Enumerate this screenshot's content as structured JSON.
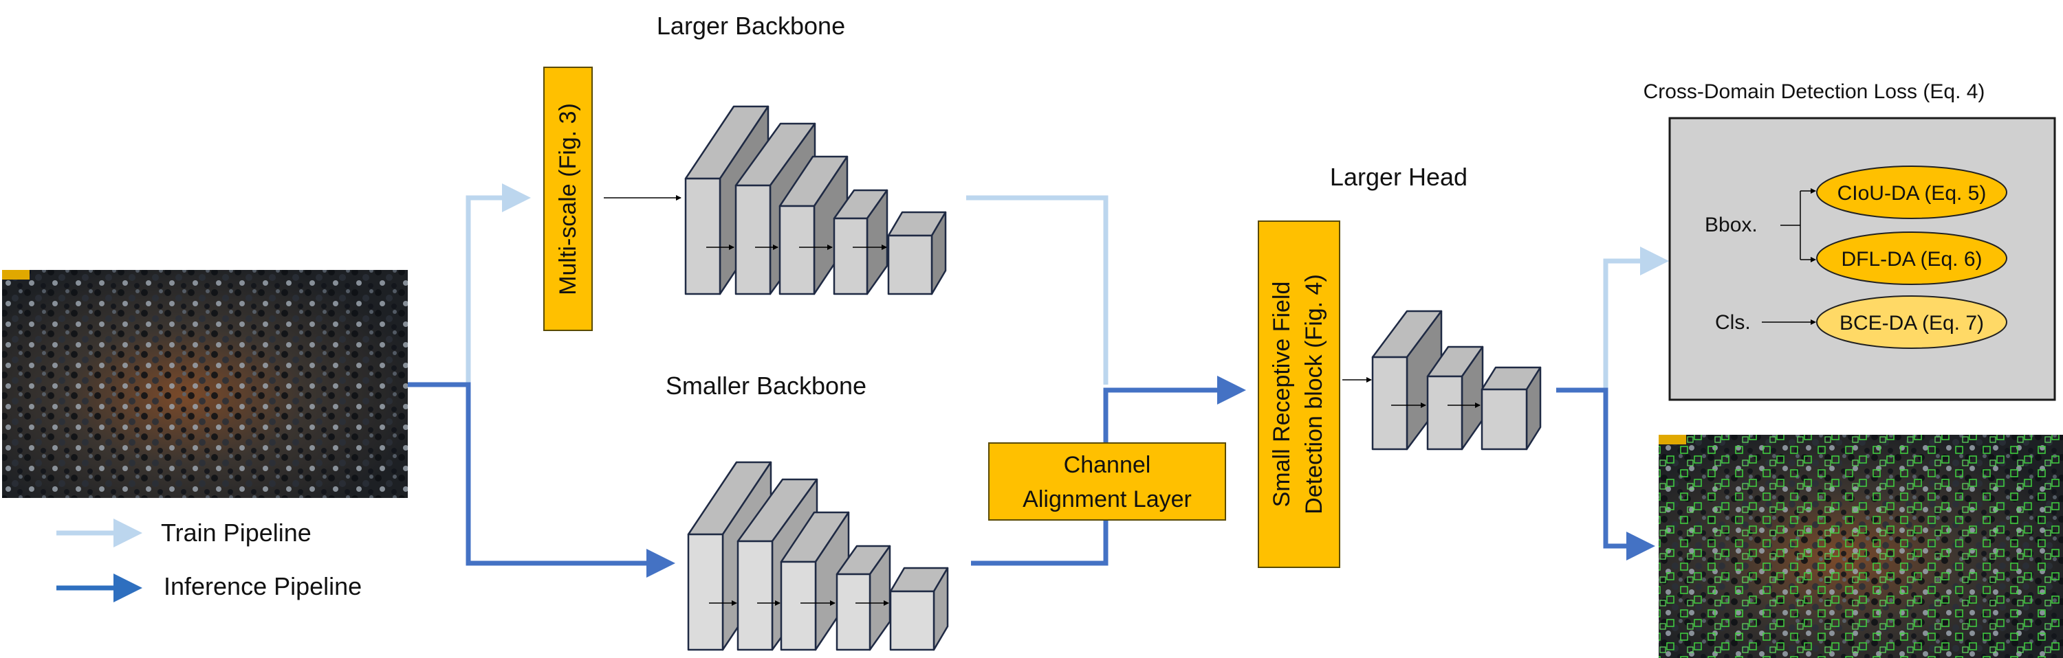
{
  "labels": {
    "larger_backbone": "Larger Backbone",
    "smaller_backbone": "Smaller Backbone",
    "larger_head": "Larger Head",
    "loss_title": "Cross-Domain Detection Loss (Eq. 4)"
  },
  "boxes": {
    "multiscale": "Multi-scale (Fig. 3)",
    "channel_line1": "Channel",
    "channel_line2": "Alignment Layer",
    "srf_line1": "Small Receptive Field",
    "srf_line2": "Detection block (Fig. 4)"
  },
  "loss": {
    "bbox_label": "Bbox.",
    "cls_label": "Cls.",
    "ciou": "CIoU-DA (Eq. 5)",
    "dfl": "DFL-DA (Eq. 6)",
    "bce": "BCE-DA (Eq. 7)"
  },
  "legend": {
    "train": "Train Pipeline",
    "inference": "Inference Pipeline"
  },
  "colors": {
    "train_arrow": "#bcd6ee",
    "inference_arrow": "#4472c4",
    "highlight_box": "#ffc000",
    "loss_oval": "#ffc000",
    "loss_oval_light": "#ffd966",
    "loss_panel": "#d0d0d0"
  }
}
